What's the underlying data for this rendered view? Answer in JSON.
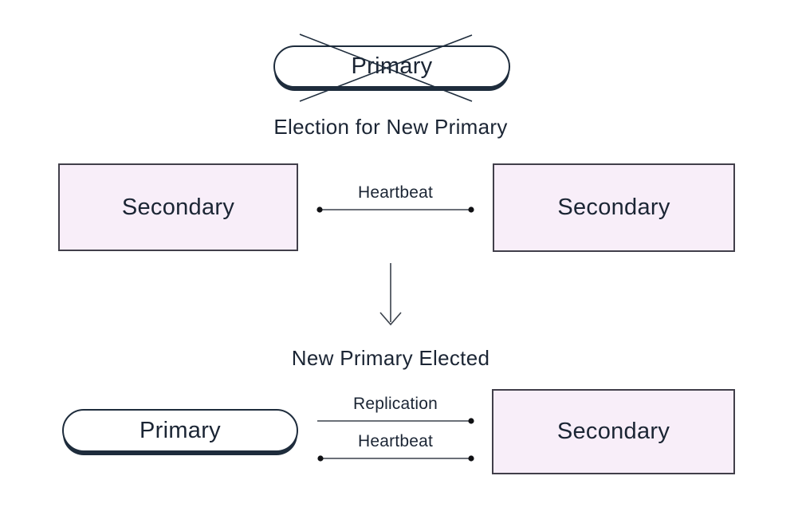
{
  "diagram": {
    "stage1": {
      "failed_primary": {
        "label": "Primary"
      },
      "title": "Election for New Primary",
      "left_secondary": {
        "label": "Secondary"
      },
      "right_secondary": {
        "label": "Secondary"
      },
      "heartbeat_edge": {
        "label": "Heartbeat"
      }
    },
    "transition": {
      "arrow": "down-arrow"
    },
    "stage2": {
      "title": "New Primary Elected",
      "new_primary": {
        "label": "Primary"
      },
      "secondary": {
        "label": "Secondary"
      },
      "replication_edge": {
        "label": "Replication"
      },
      "heartbeat_edge": {
        "label": "Heartbeat"
      }
    }
  },
  "colors": {
    "background": "#ffffff",
    "navy_text": "#1b2534",
    "pill_fill": "#ffffff",
    "pill_border": "#1e2c3c",
    "secondary_fill": "#f8eef9",
    "secondary_border": "#413f4a",
    "line_color": "#3a414b",
    "dot_color": "#101114"
  }
}
